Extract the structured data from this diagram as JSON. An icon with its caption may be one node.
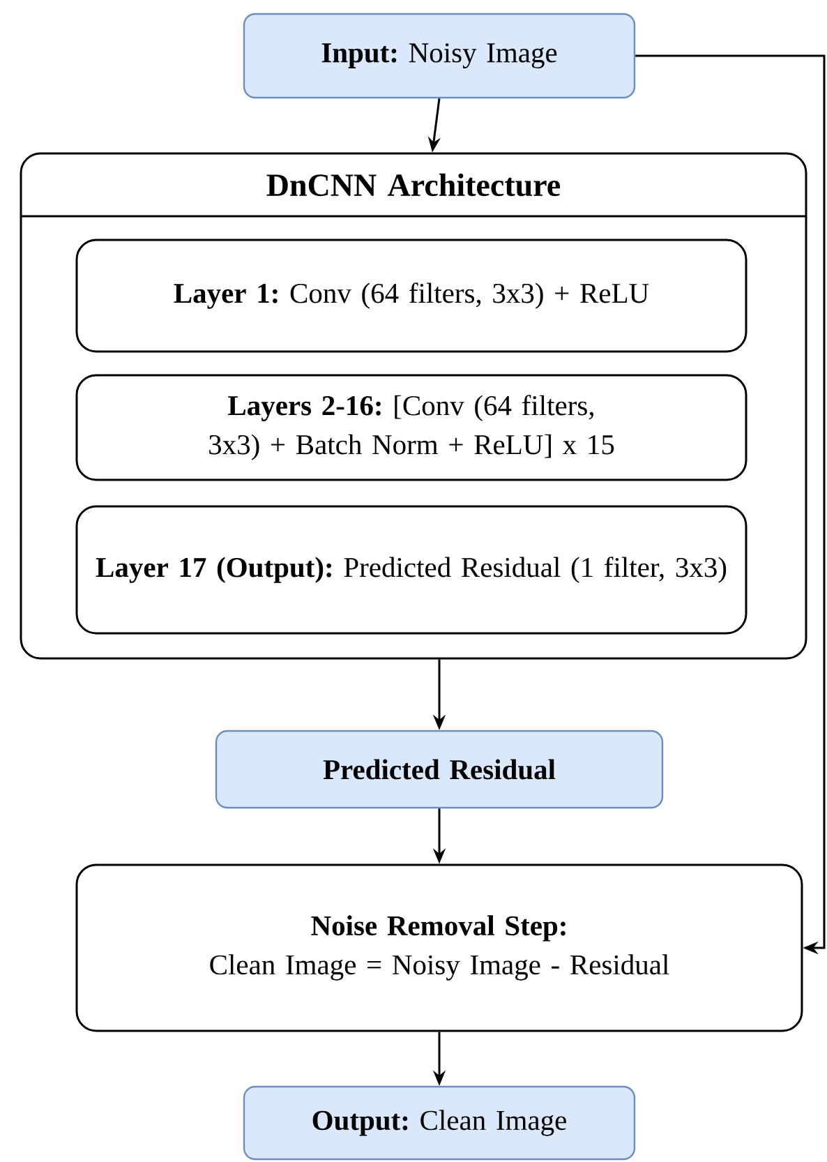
{
  "diagram": {
    "nodes": [
      {
        "text": [
          "**Input:** Noisy Image"
        ]
      },
      {
        "text": [
          "DnCNN Architecture"
        ]
      },
      {
        "text": [
          "**Layer 1:** Conv (64 filters, 3x3) + ReLU"
        ],
        "in": 1
      },
      {
        "text": [
          "**Layers 2-16:** [Conv (64 filters, 3x3) + Batch Norm + ReLU] x 15"
        ],
        "in": 1
      },
      {
        "text": [
          "**Layer 17 (Output):** Predicted Residual (1 filter, 3x3)"
        ],
        "in": 1
      },
      {
        "text": [
          "Predicted Residual"
        ]
      },
      {
        "text": [
          "Noise Removal Step:",
          "Clean Image = Noisy Image - Residual"
        ]
      },
      {
        "text": [
          "**Output:** Clean Image"
        ]
      }
    ],
    "edges": [
      {
        "from": 0,
        "to": 1,
        "arrow": "to"
      },
      {
        "from": 1,
        "to": 5,
        "arrow": "to"
      },
      {
        "from": 5,
        "to": 6,
        "arrow": "to"
      },
      {
        "from": 0,
        "to": 6,
        "arrow": "to"
      },
      {
        "from": 6,
        "to": 7,
        "arrow": "to"
      }
    ]
  }
}
